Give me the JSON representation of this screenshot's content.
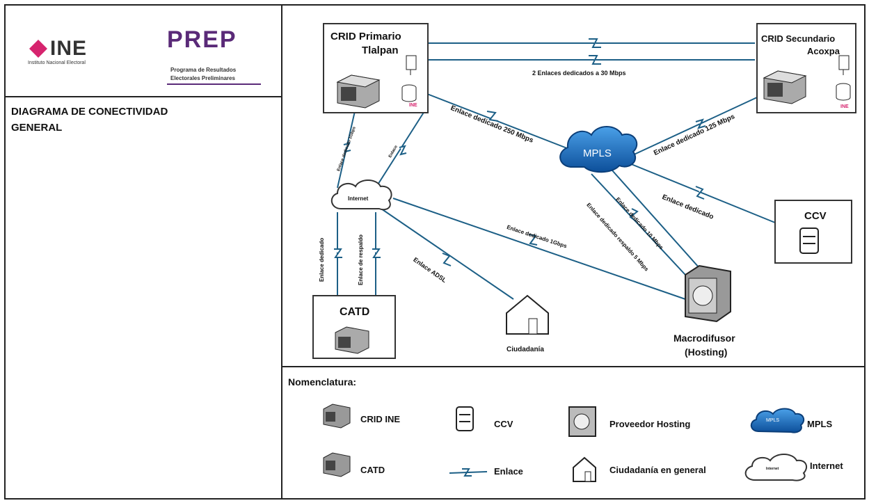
{
  "header": {
    "ine_logo_text": "INE",
    "ine_subtitle": "Instituto Nacional Electoral",
    "prep_logo_text": "PREP",
    "prep_subtitle_line1": "Programa de Resultados",
    "prep_subtitle_line2": "Electorales Preliminares"
  },
  "title": {
    "line1": "DIAGRAMA DE CONECTIVIDAD",
    "line2": "GENERAL"
  },
  "nodes": {
    "crid_primario": {
      "line1": "CRID Primario",
      "line2": "Tlalpan",
      "badge": "INE"
    },
    "crid_secundario": {
      "line1": "CRID Secundario",
      "line2": "Acoxpa",
      "badge": "INE"
    },
    "mpls": "MPLS",
    "internet": "Internet",
    "ccv": "CCV",
    "catd": "CATD",
    "ciudadania": "Ciudadanía",
    "macrodifusor_line1": "Macrodifusor",
    "macrodifusor_line2": "(Hosting)"
  },
  "links": {
    "crid_to_crid": "2 Enlaces dedicados a 30 Mbps",
    "crid_to_mpls": "Enlace dedicado 250 Mbps",
    "crid2_to_mpls": "Enlace dedicado 125 Mbps",
    "mpls_to_ccv": "Enlace dedicado",
    "mpls_to_macro_1": "Enlace dedicado 10 Mbps",
    "mpls_to_macro_2": "Enlace dedicado respaldo 5 Mbps",
    "internet_to_macro": "Enlace dedicado 1Gbps",
    "internet_to_ciud": "Enlace ADSL",
    "crid_to_internet_1": "Enlace dedicado 1Gbps",
    "crid_to_internet_2": "Enlace",
    "catd_to_internet_1": "Enlace dedicado",
    "catd_to_internet_2": "Enlace de respaldo"
  },
  "legend": {
    "title": "Nomenclatura:",
    "items": [
      {
        "icon": "crid-ine-icon",
        "label": "CRID INE"
      },
      {
        "icon": "ccv-icon",
        "label": "CCV"
      },
      {
        "icon": "hosting-icon",
        "label": "Proveedor Hosting"
      },
      {
        "icon": "mpls-icon",
        "label": "MPLS",
        "glyph": "MPLS"
      },
      {
        "icon": "catd-icon",
        "label": "CATD"
      },
      {
        "icon": "enlace-icon",
        "label": "Enlace"
      },
      {
        "icon": "house-icon",
        "label": "Ciudadanía en general"
      },
      {
        "icon": "internet-cloud-icon",
        "label": "Internet",
        "glyph": "Internet"
      }
    ]
  },
  "colors": {
    "link": "#1c5f86",
    "mpls": "#1f76c8",
    "ine_magenta": "#d6246e",
    "prep_purple": "#5a2a78"
  }
}
